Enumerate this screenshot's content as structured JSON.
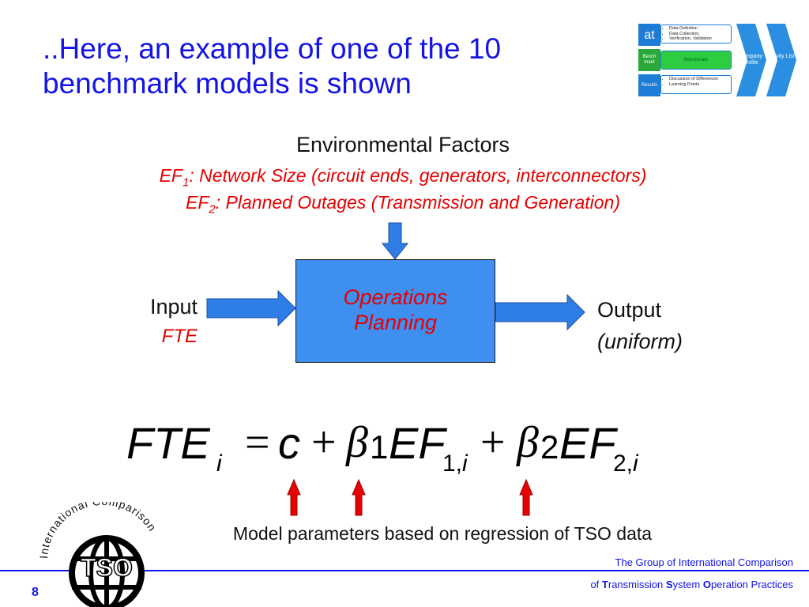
{
  "title": "..Here, an example of one of the 10 benchmark models is shown",
  "nav": {
    "steps": [
      {
        "label": "at",
        "items": [
          "Data Definition",
          "Data Collection,",
          "Verification, Validation"
        ]
      },
      {
        "label": "Bench mark",
        "items": [
          "Benchmark"
        ]
      },
      {
        "label": "Results",
        "items": [
          "Discussion of Differences",
          "Learning Points"
        ]
      }
    ],
    "tabs": [
      "Company Profile",
      "Activity List"
    ]
  },
  "diagram": {
    "environmental_heading": "Environmental Factors",
    "ef1_prefix": "EF",
    "ef1_sub": "1",
    "ef1_text": ": Network Size (circuit ends, generators, interconnectors)",
    "ef2_prefix": "EF",
    "ef2_sub": "2",
    "ef2_text": ": Planned Outages (Transmission and Generation)",
    "box_line1": "Operations",
    "box_line2": "Planning",
    "input_label": "Input",
    "input_sub": "FTE",
    "output_label": "Output",
    "output_sub": "(uniform)"
  },
  "equation": {
    "fte": "FTE",
    "i": "i",
    "eq": "=",
    "c": "c",
    "plus": "+",
    "beta": "β",
    "one": "1",
    "two": "2",
    "ef": "EF",
    "sub1": "1,",
    "sub2": "2,"
  },
  "caption": "Model parameters based on regression of TSO data",
  "footer": {
    "line1": "The Group of International Comparison",
    "line2_of": "of ",
    "line2_T": "T",
    "line2_ransmission": "ransmission ",
    "line2_S": "S",
    "line2_ystem": "ystem ",
    "line2_O": "O",
    "line2_peration": "peration Practices",
    "page": "8"
  },
  "logo": {
    "ring_text": "International Comparison",
    "center_text": "TSO"
  },
  "colors": {
    "title_blue": "#1414e6",
    "accent_red": "#e60000",
    "box_blue": "#3f8ff0",
    "arrow_blue": "#2f7ee8",
    "arrow_red": "#e60000"
  }
}
